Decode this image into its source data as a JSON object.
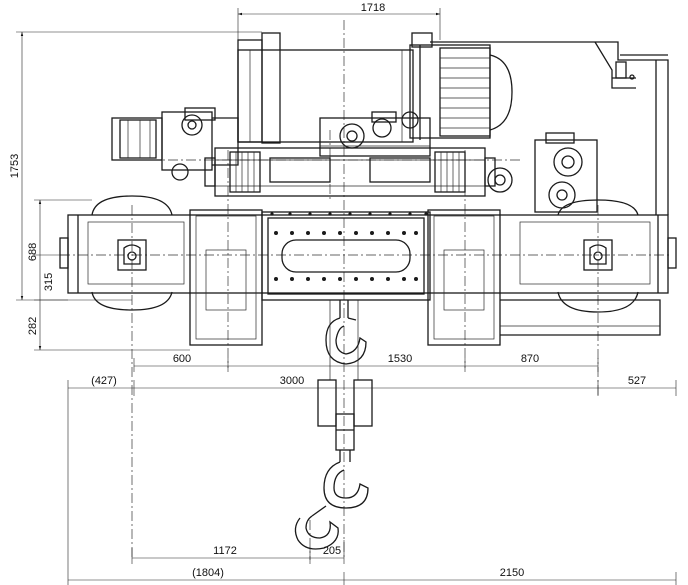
{
  "dimensions": {
    "top_width": "1718",
    "total_height": "1753",
    "height_688": "688",
    "height_315": "315",
    "height_282": "282",
    "span_600": "600",
    "span_1530": "1530",
    "span_870": "870",
    "left_427": "(427)",
    "span_3000": "3000",
    "right_527": "527",
    "span_1172": "1172",
    "span_205": "205",
    "left_1804": "(1804)",
    "right_2150": "2150"
  },
  "colors": {
    "line": "#1a1a1a",
    "background": "#ffffff"
  }
}
